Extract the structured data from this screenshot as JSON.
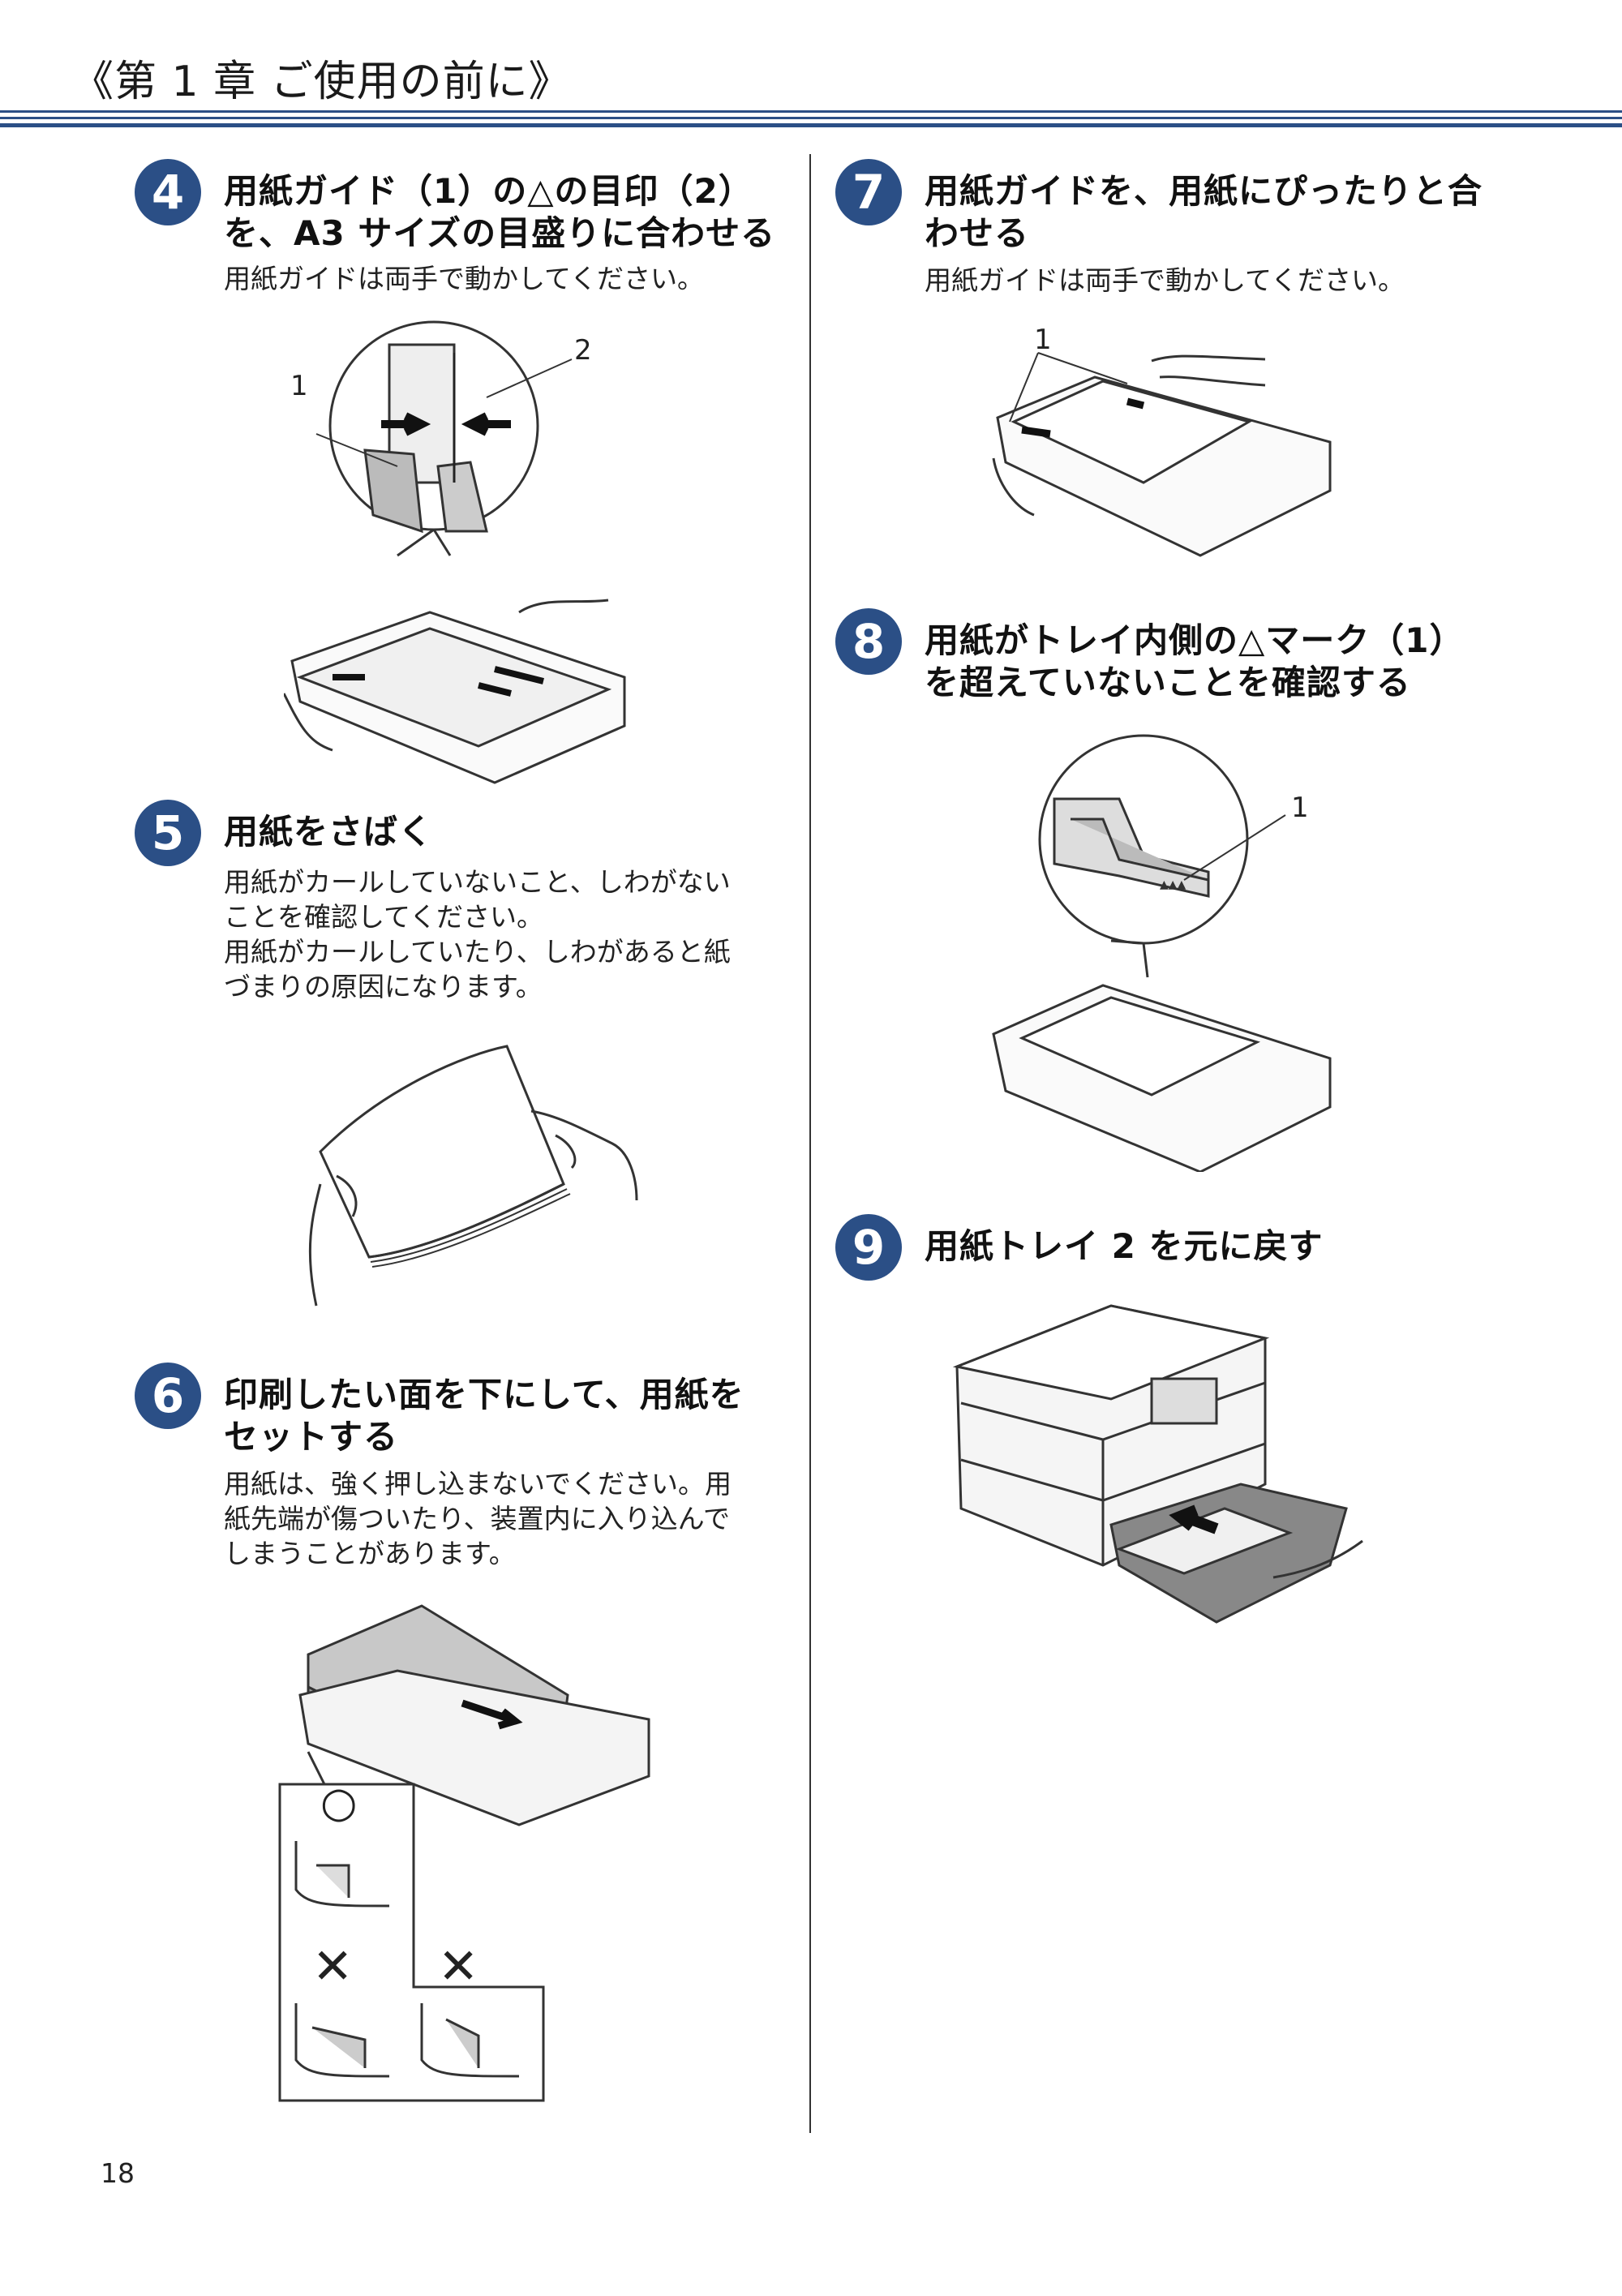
{
  "header": {
    "title": "《第 1 章 ご使用の前に》"
  },
  "steps": [
    {
      "number": "4",
      "heading_lines": [
        "用紙ガイド（1）の△の目印（2）",
        "を、A3 サイズの目盛りに合わせる"
      ],
      "body_lines": [
        "用紙ガイドは両手で動かしてください。"
      ]
    },
    {
      "number": "5",
      "heading_lines": [
        "用紙をさばく"
      ],
      "body_lines": [
        "用紙がカールしていないこと、しわがない",
        "ことを確認してください。",
        "用紙がカールしていたり、しわがあると紙",
        "づまりの原因になります。"
      ]
    },
    {
      "number": "6",
      "heading_lines": [
        "印刷したい面を下にして、用紙を",
        "セットする"
      ],
      "body_lines": [
        "用紙は、強く押し込まないでください。用",
        "紙先端が傷ついたり、装置内に入り込んで",
        "しまうことがあります。"
      ]
    },
    {
      "number": "7",
      "heading_lines": [
        "用紙ガイドを、用紙にぴったりと合",
        "わせる"
      ],
      "body_lines": [
        "用紙ガイドは両手で動かしてください。"
      ]
    },
    {
      "number": "8",
      "heading_lines": [
        "用紙がトレイ内側の△マーク（1）",
        "を超えていないことを確認する"
      ],
      "body_lines": []
    },
    {
      "number": "9",
      "heading_lines": [
        "用紙トレイ 2 を元に戻す"
      ],
      "body_lines": []
    }
  ],
  "callouts": {
    "fig4_label1": "1",
    "fig4_label2": "2",
    "fig7_label1": "1",
    "fig8_label1": "1",
    "fig6_ok": "○",
    "fig6_ng1": "✕",
    "fig6_ng2": "✕"
  },
  "page_number": "18"
}
